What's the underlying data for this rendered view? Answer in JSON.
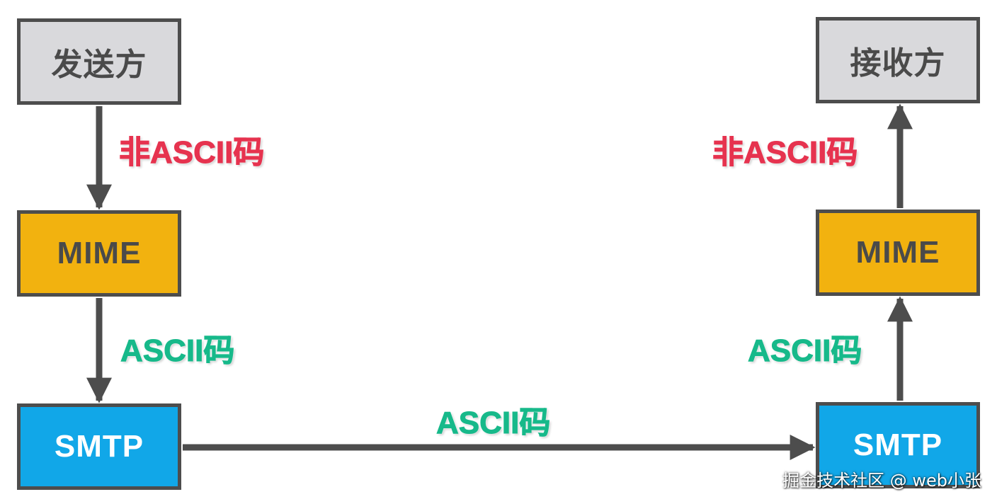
{
  "nodes": {
    "sender": "发送方",
    "receiver": "接收方",
    "mime_left": "MIME",
    "mime_right": "MIME",
    "smtp_left": "SMTP",
    "smtp_right": "SMTP"
  },
  "edge_labels": {
    "sender_to_mime": "非ASCII码",
    "mime_to_smtp": "ASCII码",
    "smtp_to_smtp": "ASCII码",
    "smtp_to_mime": "ASCII码",
    "mime_to_receiver": "非ASCII码"
  },
  "watermark": "掘金技术社区 @ web小张",
  "colors": {
    "party_fill": "#d9d9dc",
    "mime_fill": "#f2b20f",
    "smtp_fill": "#11a7e8",
    "border": "#4d4d4d",
    "non_ascii_label": "#e6334f",
    "ascii_label": "#17b98a"
  }
}
